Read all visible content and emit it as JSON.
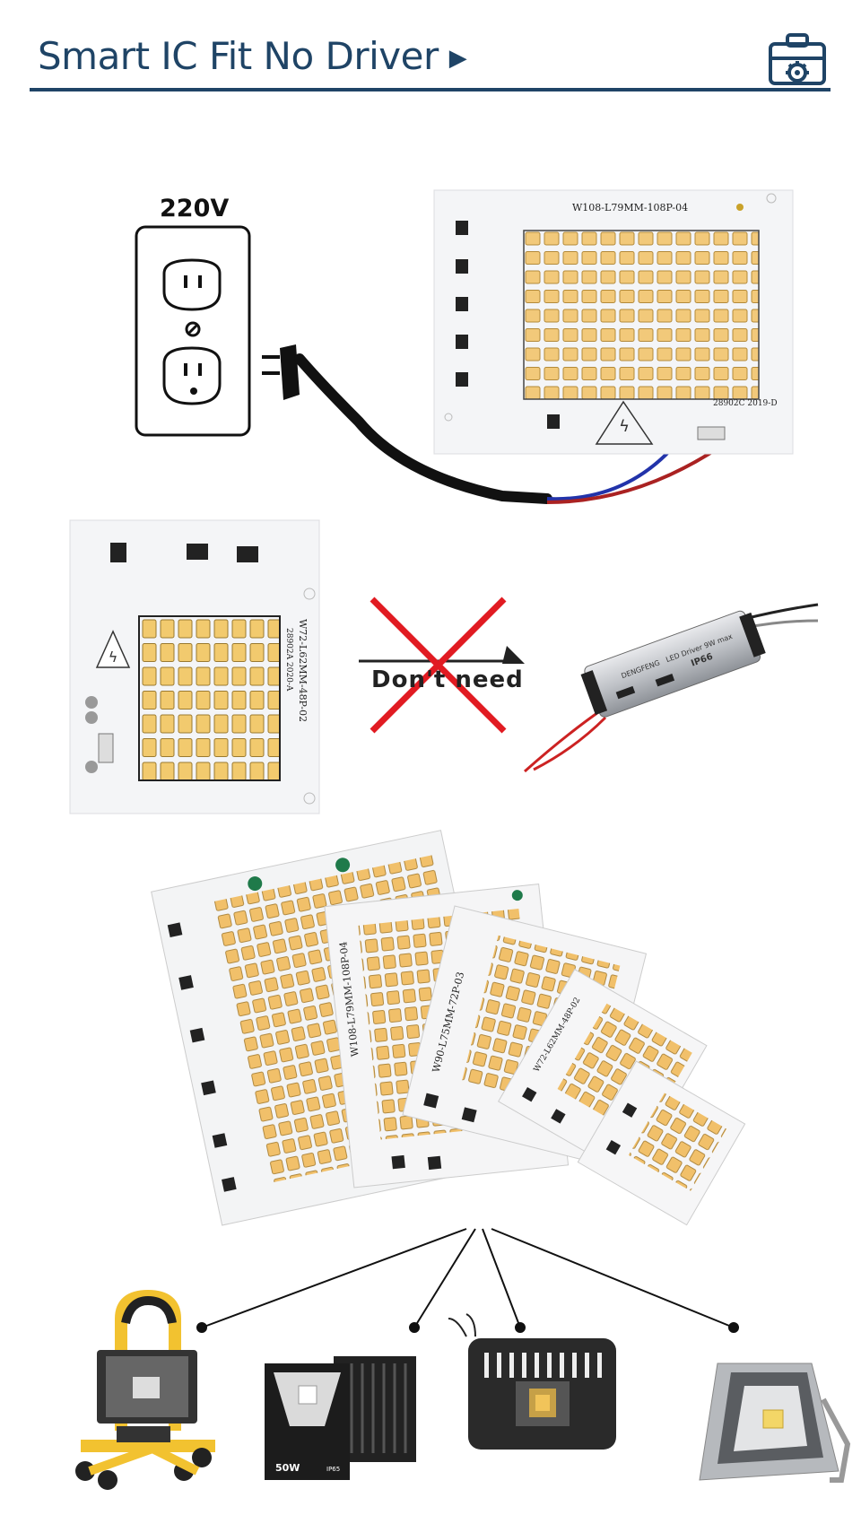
{
  "header": {
    "title": "Smart IC Fit No Driver",
    "title_arrow": "▶",
    "icon": "toolbox-gear-icon"
  },
  "outlet": {
    "voltage_label": "220V"
  },
  "boards": {
    "large_board_label": "W108-L79MM-108P-04",
    "large_board_code": "28902C 2019-D",
    "small_board_label": "W72-L62MM-48P-02",
    "small_board_code": "28902A 2020-A",
    "stack_label_1": "W108-L79MM-108P-04",
    "stack_label_2": "W90-L75MM-72P-03",
    "stack_label_3": "W72-L62MM-48P-02"
  },
  "comparison": {
    "dont_need_label": "Don't need",
    "driver_brand": "DENGFENG",
    "driver_text": "LED Driver 9W max",
    "driver_ip": "IP66"
  },
  "products": {
    "p2_watt": "50W",
    "p2_ip": "IP65"
  },
  "colors": {
    "brand": "#1f4466",
    "cross": "#e11b22",
    "led": "#f2c97a",
    "board": "#f4f5f7"
  }
}
